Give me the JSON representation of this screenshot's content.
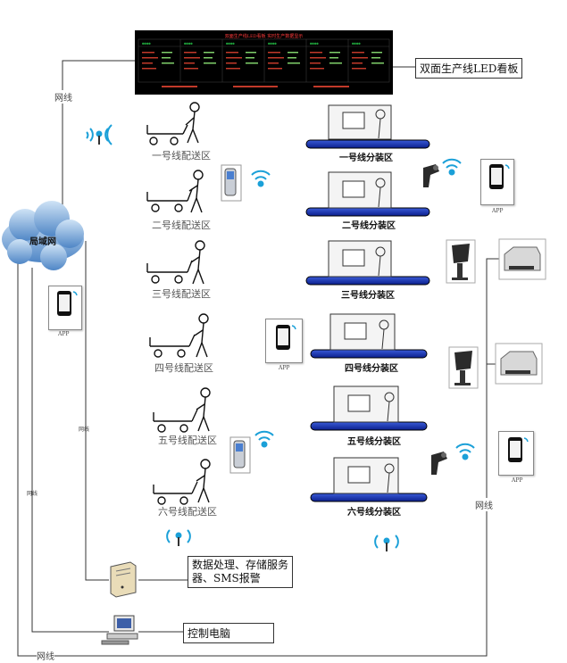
{
  "led_board": {
    "label": "双面生产线LED看板",
    "title": "双面生产线LED看板 实时生产数据显示"
  },
  "network": {
    "cloud_label": "局域网",
    "net_label": "网线",
    "small_net_label": "网线"
  },
  "delivery_zones": [
    "一号线配送区",
    "二号线配送区",
    "三号线配送区",
    "四号线配送区",
    "五号线配送区",
    "六号线配送区"
  ],
  "packing_zones": [
    "一号线分装区",
    "二号线分装区",
    "三号线分装区",
    "四号线分装区",
    "五号线分装区",
    "六号线分装区"
  ],
  "app_label": "APP",
  "server": {
    "label": "数据处理、存储服务器、SMS报警"
  },
  "control_pc": {
    "label": "控制电脑"
  }
}
